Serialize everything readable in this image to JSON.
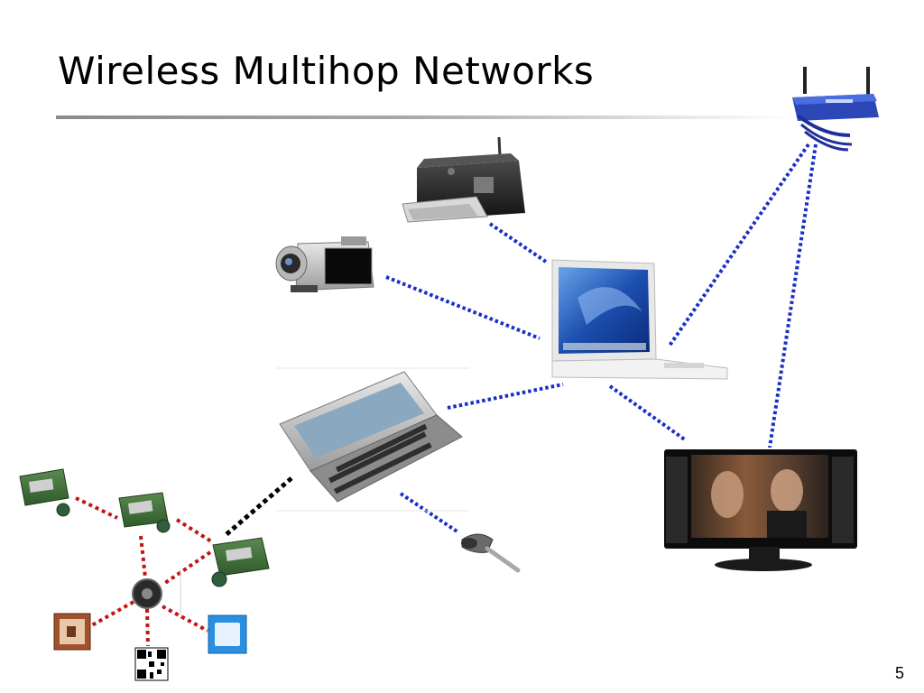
{
  "slide": {
    "title": "Wireless Multihop Networks",
    "page_number": "5"
  },
  "colors": {
    "wifi_link": "#1a2fc8",
    "bluetooth_link": "#000000",
    "sensor_link": "#c21414",
    "title_rule": "#9a9a9a"
  },
  "nodes": [
    {
      "id": "router",
      "icon": "wireless-router-icon"
    },
    {
      "id": "laptop",
      "icon": "laptop-icon"
    },
    {
      "id": "printer",
      "icon": "printer-icon"
    },
    {
      "id": "camcorder",
      "icon": "camcorder-icon"
    },
    {
      "id": "communicator",
      "icon": "handheld-communicator-icon"
    },
    {
      "id": "tv",
      "icon": "flat-screen-tv-icon"
    },
    {
      "id": "headset",
      "icon": "bluetooth-headset-icon"
    },
    {
      "id": "sensor-1",
      "icon": "sensor-mote-icon"
    },
    {
      "id": "sensor-2",
      "icon": "sensor-mote-icon"
    },
    {
      "id": "sensor-3",
      "icon": "sensor-mote-icon"
    },
    {
      "id": "hub",
      "icon": "sensor-hub-icon"
    },
    {
      "id": "rfid-tag",
      "icon": "rfid-tag-icon"
    },
    {
      "id": "qr-tag",
      "icon": "qr-code-icon"
    },
    {
      "id": "blue-tag",
      "icon": "nfc-tag-icon"
    }
  ],
  "links": [
    {
      "from": "router",
      "to": "laptop",
      "type": "wifi"
    },
    {
      "from": "router",
      "to": "tv",
      "type": "wifi"
    },
    {
      "from": "laptop",
      "to": "printer",
      "type": "wifi"
    },
    {
      "from": "laptop",
      "to": "camcorder",
      "type": "wifi"
    },
    {
      "from": "laptop",
      "to": "communicator",
      "type": "wifi"
    },
    {
      "from": "laptop",
      "to": "tv",
      "type": "wifi"
    },
    {
      "from": "communicator",
      "to": "headset",
      "type": "wifi"
    },
    {
      "from": "communicator",
      "to": "sensor-3",
      "type": "bluetooth"
    },
    {
      "from": "sensor-1",
      "to": "sensor-2",
      "type": "sensor"
    },
    {
      "from": "sensor-2",
      "to": "sensor-3",
      "type": "sensor"
    },
    {
      "from": "sensor-2",
      "to": "hub",
      "type": "sensor"
    },
    {
      "from": "sensor-3",
      "to": "hub",
      "type": "sensor"
    },
    {
      "from": "hub",
      "to": "rfid-tag",
      "type": "sensor"
    },
    {
      "from": "hub",
      "to": "qr-tag",
      "type": "sensor"
    },
    {
      "from": "hub",
      "to": "blue-tag",
      "type": "sensor"
    }
  ]
}
